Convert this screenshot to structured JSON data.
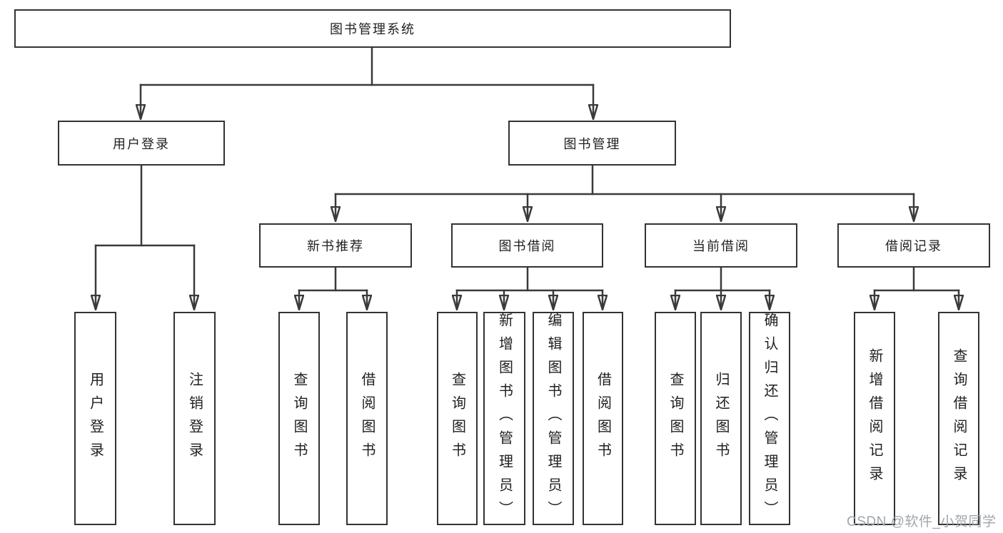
{
  "diagram": {
    "root": {
      "label": "图书管理系统"
    },
    "level2": [
      {
        "label": "用户登录"
      },
      {
        "label": "图书管理"
      }
    ],
    "level3": [
      {
        "label": "新书推荐"
      },
      {
        "label": "图书借阅"
      },
      {
        "label": "当前借阅"
      },
      {
        "label": "借阅记录"
      }
    ],
    "leaves": [
      {
        "label": "用户登录"
      },
      {
        "label": "注销登录"
      },
      {
        "label": "查询图书"
      },
      {
        "label": "借阅图书"
      },
      {
        "label": "查询图书"
      },
      {
        "label": "新增图书（管理员）"
      },
      {
        "label": "编辑图书（管理员）"
      },
      {
        "label": "借阅图书"
      },
      {
        "label": "查询图书"
      },
      {
        "label": "归还图书"
      },
      {
        "label": "确认归还（管理员）"
      },
      {
        "label": "新增借阅记录"
      },
      {
        "label": "查询借阅记录"
      }
    ]
  },
  "watermark": {
    "text": "CSDN @软件_小贺同学"
  },
  "colors": {
    "line": "#3a3a3a",
    "box_border": "#333333",
    "box_fill": "#ffffff",
    "text": "#1f1f1f",
    "watermark": "#a0a6ae",
    "background": "#ffffff"
  }
}
